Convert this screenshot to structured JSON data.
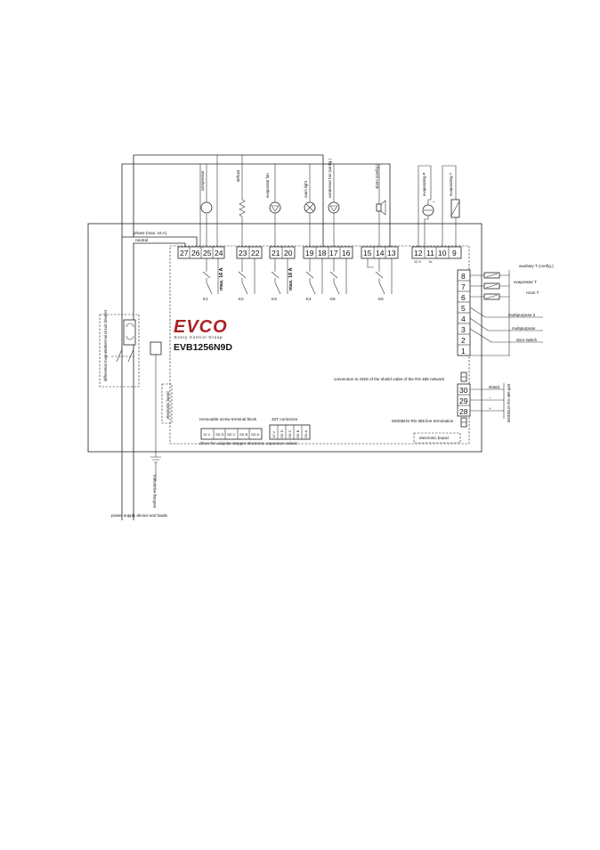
{
  "brand": {
    "logo": "EVCO",
    "tagline": "Every Control Group",
    "model": "EVB1256N9D"
  },
  "top_terminals": [
    "27",
    "26",
    "25",
    "24",
    "23",
    "22",
    "21",
    "20",
    "19",
    "18",
    "17",
    "16",
    "15",
    "14",
    "13",
    "12",
    "11",
    "10",
    "9"
  ],
  "right_terminals": [
    "8",
    "7",
    "6",
    "5",
    "4",
    "3",
    "2",
    "1"
  ],
  "rs485_terminals": [
    "30",
    "29",
    "28"
  ],
  "relays": [
    "K1",
    "K2",
    "K3",
    "K4",
    "K5",
    "K6"
  ],
  "loads": {
    "compressor": "compressor",
    "defrost": "defrost",
    "evaporator_fan": "evaporator fan",
    "room_light": "room light",
    "condenser_fan": "condenser fan (config.)",
    "alarm": "alarm (config.)",
    "evaporating_p": "evaporating P",
    "evaporating_t": "evaporating T"
  },
  "labels": {
    "phase": "phase (max. 16 A)",
    "neutral": "neutral",
    "max16a_1": "max. 16 A",
    "max16a_2": "max. 16 A",
    "v12_top": "12 V",
    "inp_top": "In",
    "aux_t": "auxiliary T (config.)",
    "evap_t": "evaporator T",
    "room_t": "room T",
    "multi2": "multipurpose 2",
    "multi": "multipurpose",
    "door": "door switch",
    "gnd_conn": "connection to GND of the shield cable of the RS-485 network",
    "shield": "shield",
    "minus": "−",
    "plus": "+",
    "modbus_port": "MODBUS RS-485 port",
    "modbus_term": "MODBUS RS-485 line termination",
    "elec_board_r": "electronic board",
    "elec_board_l": "electronic board",
    "removable": "removable screw terminal block",
    "jst": "JST connector",
    "driver": "driver for unipolar stepper electronic expansion valves",
    "breaker": "differential magnetothermal circuit breaker",
    "power_supply": "power supply device and loads",
    "earthing": "earthing equipment"
  },
  "bottom_terminals": [
    "12 V",
    "SD D",
    "SD C",
    "SD B",
    "SD A"
  ],
  "jst_pins": [
    "12 V",
    "SD D",
    "SD C",
    "SD B",
    "SD A"
  ]
}
